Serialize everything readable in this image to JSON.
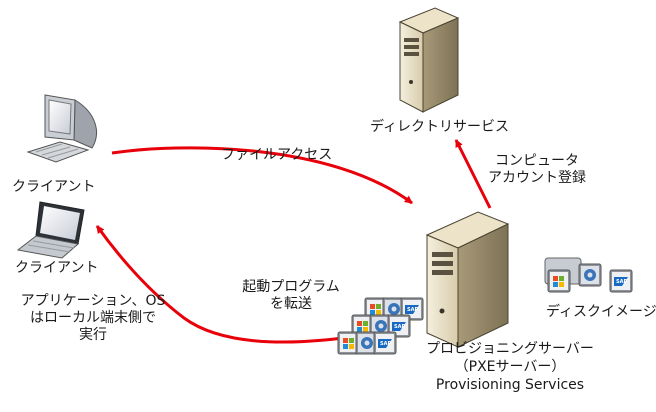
{
  "nodes": {
    "directory_service": {
      "label": "ディレクトリサービス"
    },
    "client_desktop": {
      "label": "クライアント"
    },
    "client_laptop": {
      "label": "クライアント"
    },
    "provisioning_server": {
      "label_line1": "プロビジョニングサーバー",
      "label_line2": "（PXEサーバー）",
      "label_line3": "Provisioning Services"
    },
    "disk_image": {
      "label": "ディスクイメージ"
    }
  },
  "edges": {
    "file_access": {
      "label": "ファイルアクセス"
    },
    "computer_account": {
      "label_line1": "コンピュータ",
      "label_line2": "アカウント登録"
    },
    "boot_transfer": {
      "label_line1": "起動プログラム",
      "label_line2": "を転送"
    }
  },
  "notes": {
    "local_exec": {
      "line1": "アプリケーション、OS",
      "line2": "はローカル端末側で",
      "line3": "実行"
    }
  },
  "colors": {
    "arrow": "#e8000b",
    "server_body": "#e6dcc0"
  }
}
